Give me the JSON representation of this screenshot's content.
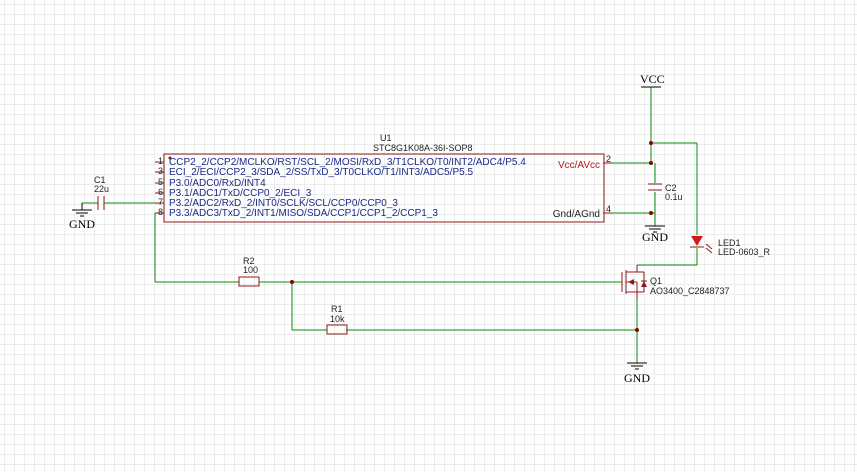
{
  "u1": {
    "ref": "U1",
    "value": "STC8G1K08A-36I-SOP8",
    "left_pins": [
      {
        "num": "1",
        "name": "CCP2_2/CCP2/MCLKO/RST/SCL_2/MOSI/RxD_3/T1CLKO/T0/INT2/ADC4/P5.4"
      },
      {
        "num": "3",
        "name": "ECI_2/ECI/CCP2_3/SDA_2/SS/TxD_3/T0CLKO/T1/INT3/ADC5/P5.5"
      },
      {
        "num": "5",
        "name": "P3.0/ADC0/RxD/INT4"
      },
      {
        "num": "6",
        "name": "P3.1/ADC1/TxD/CCP0_2/ECI_3"
      },
      {
        "num": "7",
        "name": "P3.2/ADC2/RxD_2/INT0/SCLK/SCL/CCP0/CCP0_3"
      },
      {
        "num": "8",
        "name": "P3.3/ADC3/TxD_2/INT1/MISO/SDA/CCP1/CCP1_2/CCP1_3"
      }
    ],
    "right_pins": [
      {
        "num": "2",
        "name": "Vcc/AVcc"
      },
      {
        "num": "4",
        "name": "Gnd/AGnd"
      }
    ]
  },
  "c1": {
    "ref": "C1",
    "value": "22u"
  },
  "c2": {
    "ref": "C2",
    "value": "0.1u"
  },
  "r1": {
    "ref": "R1",
    "value": "10k"
  },
  "r2": {
    "ref": "R2",
    "value": "100"
  },
  "q1": {
    "ref": "Q1",
    "value": "AO3400_C2848737"
  },
  "led1": {
    "ref": "LED1",
    "value": "LED-0603_R"
  },
  "power": {
    "vcc": "VCC",
    "gnd": "GND"
  },
  "colors": {
    "wire": "#0a8a0a",
    "body": "#8b1a1a",
    "pin_name": "#1a2a8a",
    "power_pin": "#c0161b"
  }
}
